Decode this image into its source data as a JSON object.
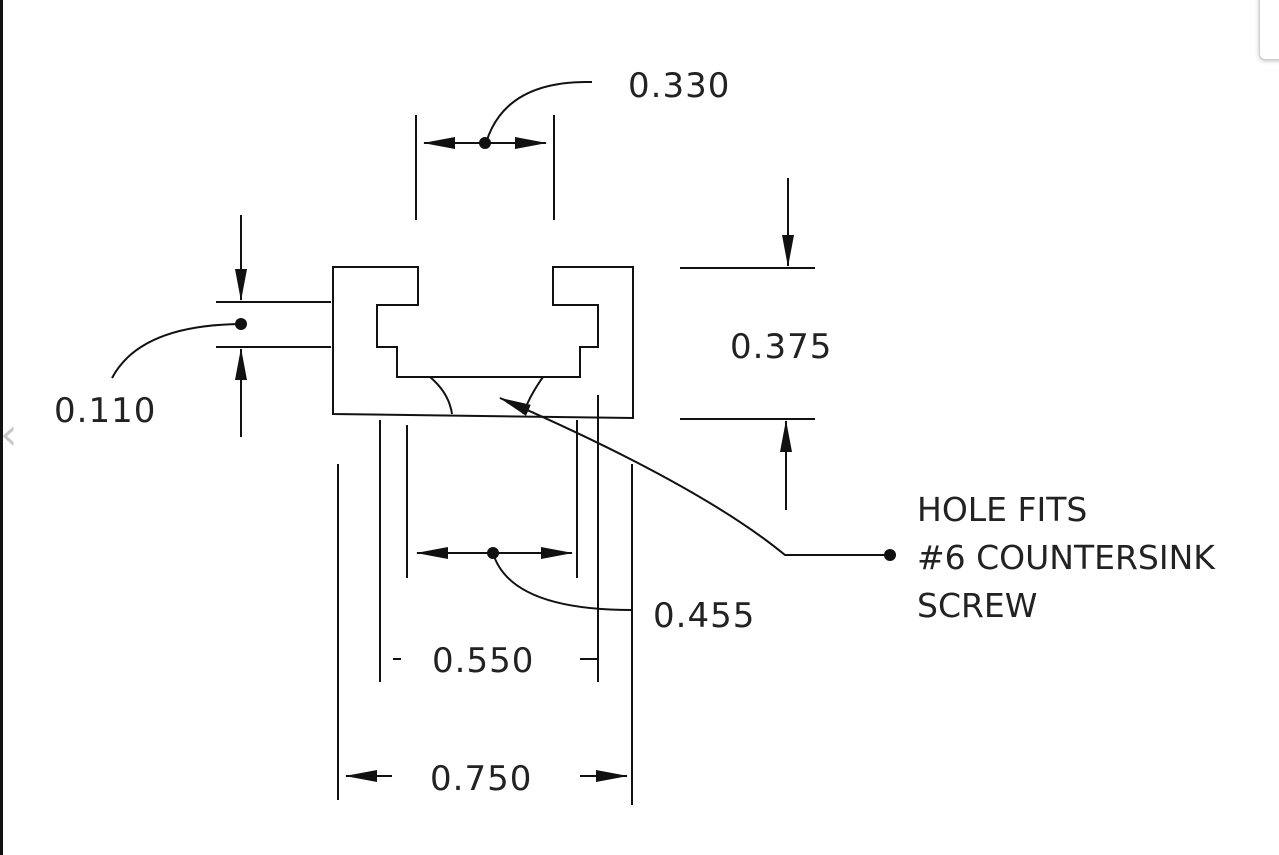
{
  "colors": {
    "ink": "#111111",
    "text": "#222222",
    "background": "#ffffff"
  },
  "dimensions": {
    "top_opening": "0.330",
    "overall_height": "0.375",
    "lip_thickness": "0.110",
    "inner_span": "0.455",
    "slot_width": "0.550",
    "overall_width": "0.750"
  },
  "note": {
    "line1": "HOLE FITS",
    "line2": "#6 COUNTERSINK",
    "line3": "SCREW"
  },
  "icons": {
    "back": "chevron-left-icon"
  }
}
